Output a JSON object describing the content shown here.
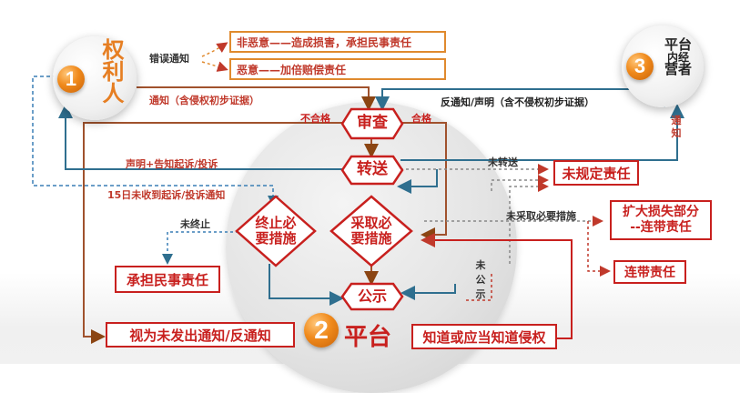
{
  "parties": {
    "p1": {
      "badge": "1",
      "label": "权利人"
    },
    "p2": {
      "badge": "2",
      "label": "平台"
    },
    "p3": {
      "badge": "3",
      "label": "平台内经营者",
      "line1": "平台",
      "line2": "内经",
      "line3": "营者"
    }
  },
  "nodes": {
    "review": "审查",
    "forward": "转送",
    "terminate": "终止必要措施",
    "terminate_l1": "终止必",
    "terminate_l2": "要措施",
    "take": "采取必要措施",
    "take_l1": "采取必",
    "take_l2": "要措施",
    "publish": "公示"
  },
  "boxes": {
    "non_malicious": "非恶意——造成损害，承担民事责任",
    "malicious": "恶意——加倍赔偿责任",
    "no_liability_rule": "未规定责任",
    "extended_loss_l1": "扩大损失部分",
    "extended_loss_l2": "--连带责任",
    "joint_liability": "连带责任",
    "civil_liability": "承担民事责任",
    "deemed_not_sent": "视为未发出通知/反通知",
    "knew_or_should_know": "知道或应当知道侵权"
  },
  "labels": {
    "wrong_notice": "错误通知",
    "notice": "通知（含侵权初步证据）",
    "counter_notice": "反通知/声明（含不侵权初步证据）",
    "notify_l1": "通",
    "notify_l2": "知",
    "unqualified": "不合格",
    "qualified": "合格",
    "statement_notify": "声明+告知起诉/投诉",
    "fifteen_days": "15日未收到起诉/投诉通知",
    "not_terminated": "未终止",
    "not_forwarded": "未转送",
    "not_taken": "未采取必要措施",
    "not_published_1": "未",
    "not_published_2": "公",
    "not_published_3": "示"
  },
  "colors": {
    "red": "#c8201e",
    "orange": "#e08a2e",
    "line_blue": "#2f6f8f",
    "dash_blue": "#3a7fb5",
    "brown": "#8b4513"
  }
}
